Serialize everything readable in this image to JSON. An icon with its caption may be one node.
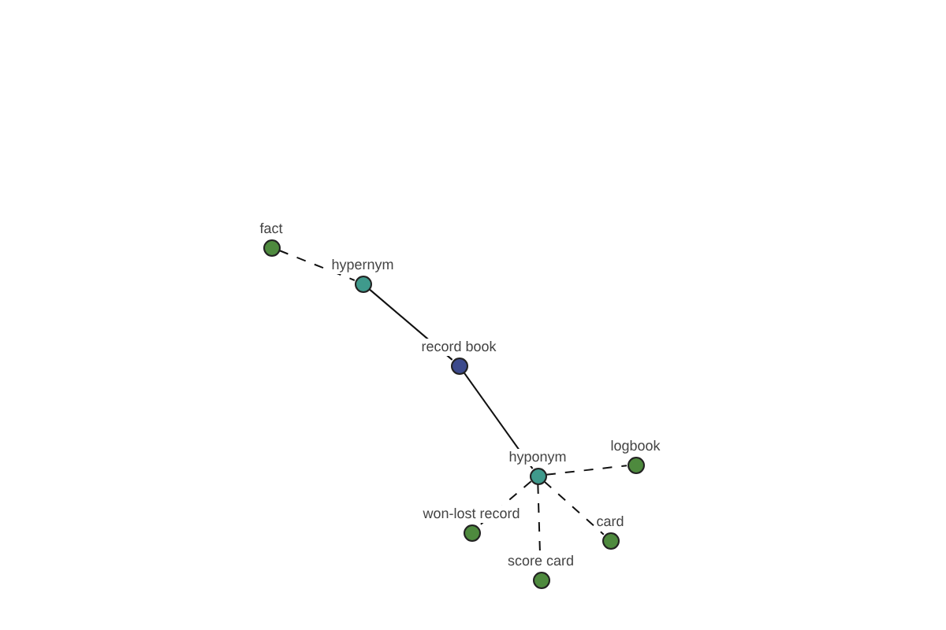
{
  "diagram": {
    "nodes": [
      {
        "text": [
          "fact"
        ]
      },
      {
        "text": [
          "hypernym"
        ]
      },
      {
        "text": [
          "record book"
        ]
      },
      {
        "text": [
          "hyponym"
        ]
      },
      {
        "text": [
          "logbook"
        ]
      },
      {
        "text": [
          "won-lost record"
        ]
      },
      {
        "text": [
          "score card"
        ]
      },
      {
        "text": [
          "card"
        ]
      }
    ],
    "edges": [
      {
        "from": 0,
        "to": 1,
        "arrow": "none",
        "style": "dashed"
      },
      {
        "from": 1,
        "to": 2,
        "arrow": "none"
      },
      {
        "from": 2,
        "to": 3,
        "arrow": "none"
      },
      {
        "from": 3,
        "to": 4,
        "arrow": "none",
        "style": "dashed"
      },
      {
        "from": 3,
        "to": 5,
        "arrow": "none",
        "style": "dashed"
      },
      {
        "from": 3,
        "to": 6,
        "arrow": "none",
        "style": "dashed"
      },
      {
        "from": 3,
        "to": 7,
        "arrow": "none",
        "style": "dashed"
      }
    ]
  }
}
